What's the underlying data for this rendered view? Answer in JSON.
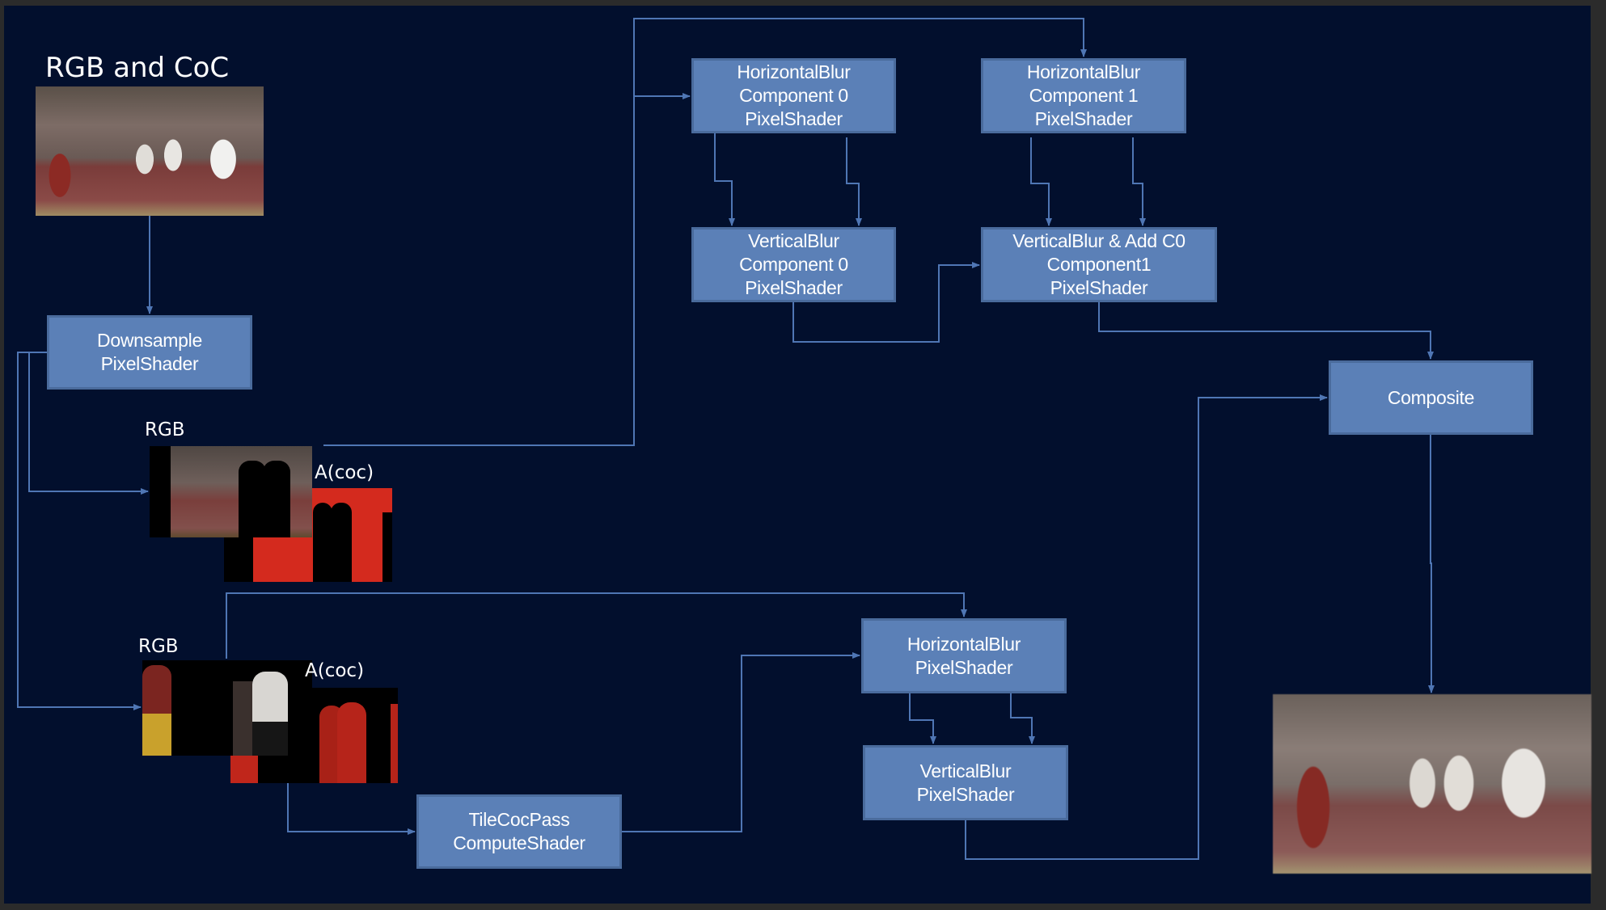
{
  "title": "RGB and CoC",
  "labels": {
    "rgb_top": "RGB",
    "acoc_top": "A(coc)",
    "rgb_bottom": "RGB",
    "acoc_bottom": "A(coc)"
  },
  "nodes": {
    "downsample": [
      "Downsample",
      "PixelShader"
    ],
    "hblur_c0": [
      "HorizontalBlur",
      "Component 0",
      "PixelShader"
    ],
    "hblur_c1": [
      "HorizontalBlur",
      "Component 1",
      "PixelShader"
    ],
    "vblur_c0": [
      "VerticalBlur",
      "Component 0",
      "PixelShader"
    ],
    "vblur_add": [
      "VerticalBlur & Add C0",
      "Component1",
      "PixelShader"
    ],
    "composite": [
      "Composite"
    ],
    "hblur": [
      "HorizontalBlur",
      "PixelShader"
    ],
    "vblur": [
      "VerticalBlur",
      "PixelShader"
    ],
    "tilecoc": [
      "TileCocPass",
      "ComputeShader"
    ]
  },
  "images": {
    "source": "football-scene-rgb",
    "ds_rgb": "football-scene-rgb-silhouettes",
    "ds_coc": "coc-mask-red",
    "far_rgb": "football-scene-near-players",
    "far_coc": "coc-mask-red-dim",
    "result": "football-scene-blurred-result"
  },
  "colors": {
    "background": "#020f2d",
    "node_fill": "#5b80b7",
    "node_border": "#4a6b9c",
    "wire": "#4f76b4",
    "coc_red": "#d42a1e"
  }
}
